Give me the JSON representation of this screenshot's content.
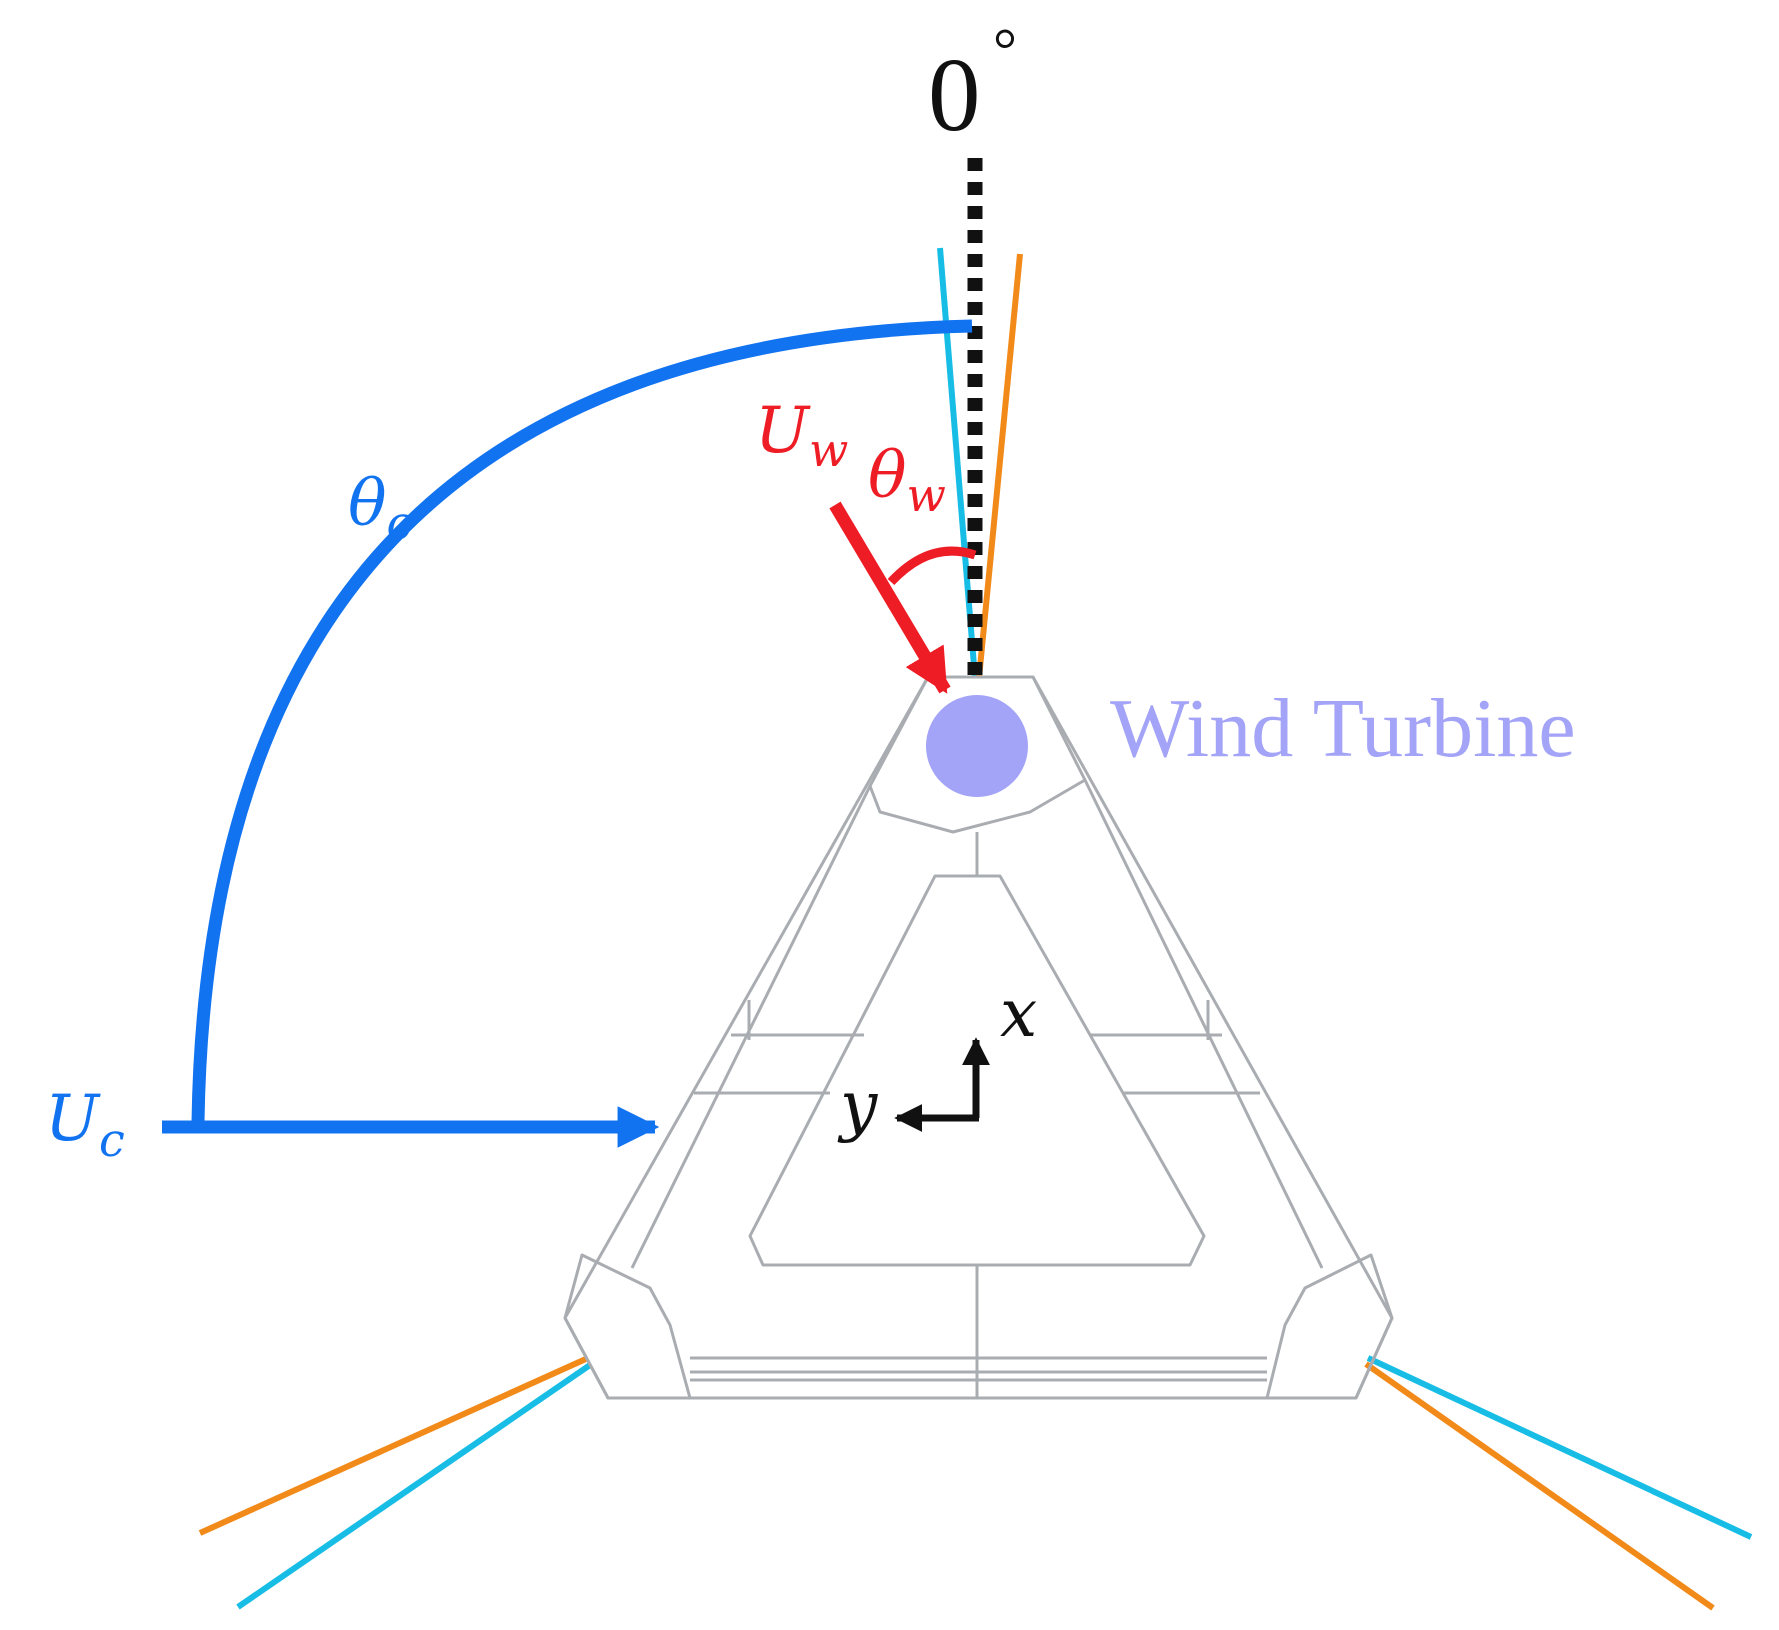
{
  "labels": {
    "zero_angle": "0",
    "degree_symbol": "°",
    "wind_turbine": "Wind Turbine",
    "wind_velocity": {
      "main": "U",
      "sub": "w"
    },
    "wind_angle": {
      "main": "θ",
      "sub": "w"
    },
    "current_angle": {
      "main": "θ",
      "sub": "c"
    },
    "current_velocity": {
      "main": "U",
      "sub": "c"
    },
    "axis_x": "x",
    "axis_y": "y"
  },
  "colors": {
    "current": "#1273f0",
    "wind": "#ee1c24",
    "turbine": "#a3a3f7",
    "mooring_cyan": "#18bde6",
    "mooring_orange": "#f28a1a",
    "platform_line": "#a9adb1",
    "reference_line": "#111111",
    "axes": "#111111"
  }
}
